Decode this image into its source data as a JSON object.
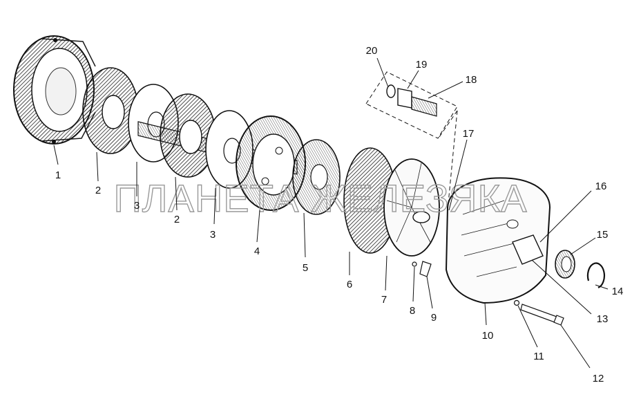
{
  "watermark": "ПЛАНЕТА ЖЕЛЕЗЯКА",
  "callouts": [
    "1",
    "2",
    "3",
    "2",
    "3",
    "4",
    "5",
    "6",
    "7",
    "8",
    "9",
    "10",
    "11",
    "12",
    "13",
    "14",
    "15",
    "16",
    "17",
    "18",
    "19",
    "20"
  ]
}
